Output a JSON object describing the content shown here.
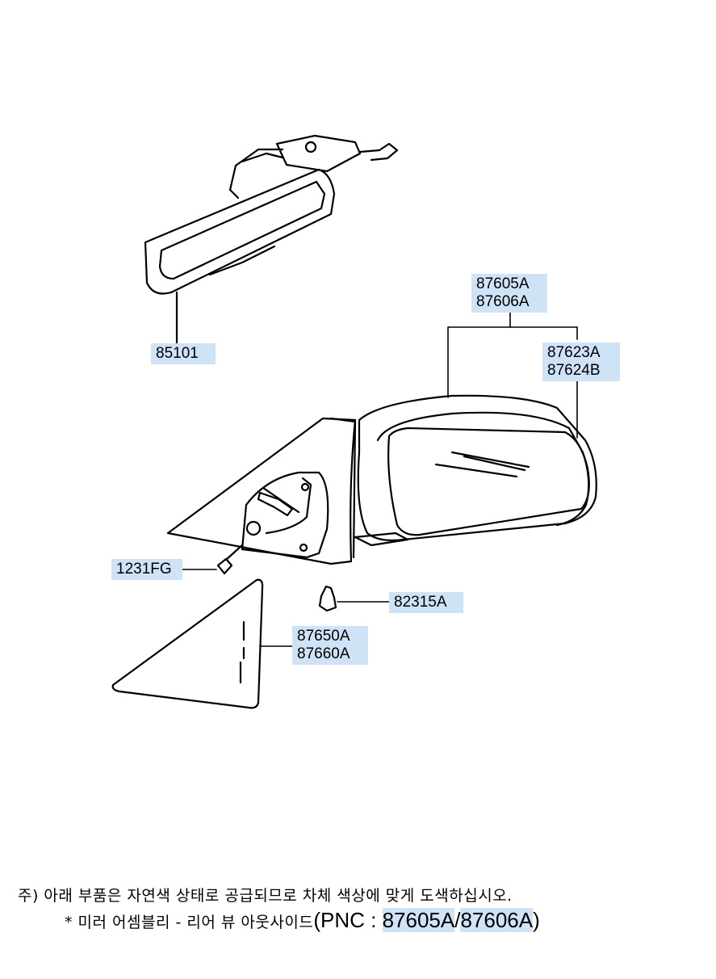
{
  "callouts": {
    "inside_mirror": "85101",
    "outside_mirror_1": "87605A",
    "outside_mirror_2": "87606A",
    "mirror_glass_1": "87623A",
    "mirror_glass_2": "87624B",
    "screw": "1231FG",
    "clip": "82315A",
    "cover_1": "87650A",
    "cover_2": "87660A"
  },
  "footer": {
    "note_line1": "주) 아래 부품은 자연색 상태로 공급되므로 차체 색상에 맞게 도색하십시오.",
    "note_line2_prefix": "* 미러 어셈블리 - 리어 뷰 아웃사이드",
    "pnc_open": "(PNC : ",
    "pnc_a": "87605A",
    "pnc_sep": "/",
    "pnc_b": "87606A",
    "pnc_close": ")"
  }
}
